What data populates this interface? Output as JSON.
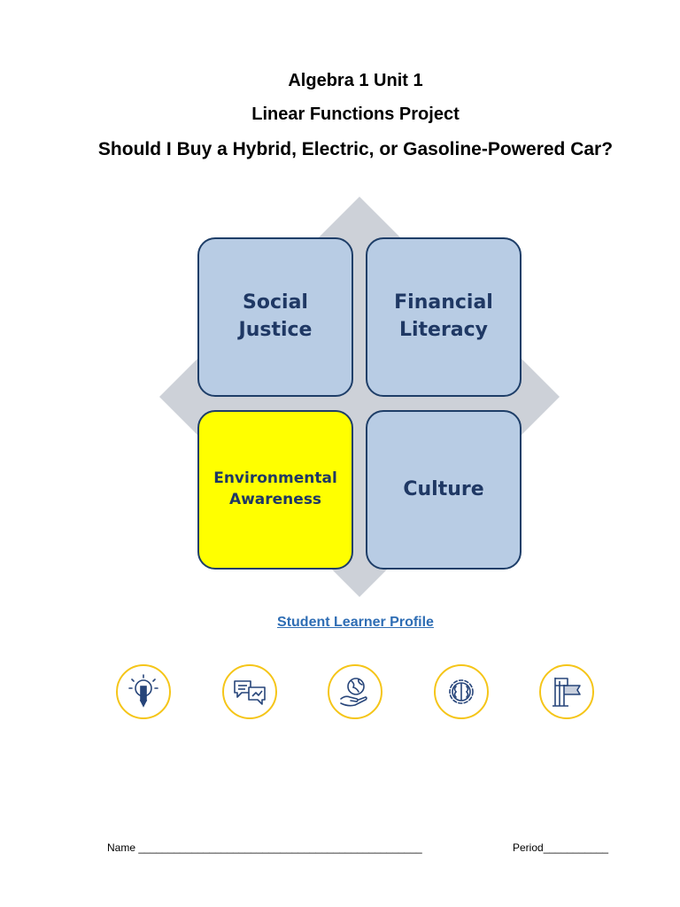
{
  "header": {
    "line1": "Algebra 1 Unit 1",
    "line2": "Linear Functions Project",
    "line3": "Should I Buy a Hybrid, Electric, or Gasoline-Powered Car?"
  },
  "tiles": [
    {
      "label_line1": "Social",
      "label_line2": "Justice",
      "highlighted": false
    },
    {
      "label_line1": "Financial",
      "label_line2": "Literacy",
      "highlighted": false
    },
    {
      "label_line1": "Environmental",
      "label_line2": "Awareness",
      "highlighted": true
    },
    {
      "label_line1": "Culture",
      "label_line2": "",
      "highlighted": false
    }
  ],
  "profile_link": "Student Learner Profile",
  "icons": [
    "lightbulb-pencil-icon",
    "speech-bubbles-icon",
    "globe-in-hand-icon",
    "brain-gear-icon",
    "flags-icon"
  ],
  "footer": {
    "name_field": "Name ________________________________________________",
    "period_field": "Period___________"
  },
  "colors": {
    "tile_blue": "#b8cce4",
    "tile_highlight": "#ffff00",
    "tile_text": "#1f3864",
    "diamond_gray": "#cdd1d8",
    "link_blue": "#2e6db4",
    "icon_ring": "#f5c518",
    "icon_stroke": "#27457a"
  }
}
